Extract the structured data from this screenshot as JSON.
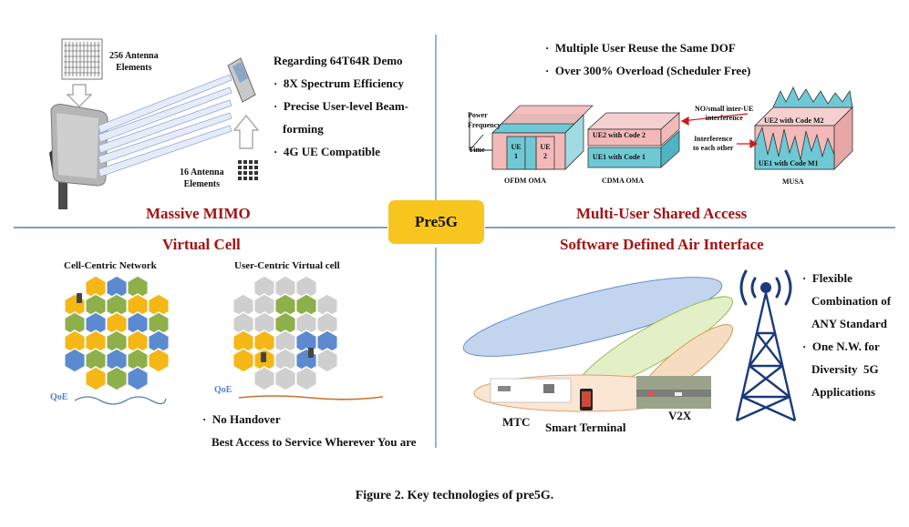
{
  "center_label": "Pre5G",
  "caption": "Figure 2. Key technologies of pre5G.",
  "massive_mimo": {
    "title": "Massive MIMO",
    "antenna_256_line1": "256 Antenna",
    "antenna_256_line2": "Elements",
    "antenna_16_line1": "16 Antenna",
    "antenna_16_line2": "Elements",
    "demo_title": "Regarding 64T64R Demo",
    "bullets": [
      "8X Spectrum Efficiency",
      "Precise User-level Beam-",
      "forming",
      "4G UE Compatible"
    ]
  },
  "musa": {
    "title": "Multi-User Shared Access",
    "bullet1": "Multiple User Reuse the Same DOF",
    "bullet2": "Over 300% Overload (Scheduler Free)",
    "axis_power": "Power",
    "axis_frequency": "Frequency",
    "axis_time": "Time",
    "ue1": "UE",
    "ue1_num": "1",
    "ue2": "UE",
    "ue2_num": "2",
    "ofdm_label": "OFDM OMA",
    "cdma_ue2": "UE2 with Code 2",
    "cdma_ue1": "UE1 with Code 1",
    "cdma_label": "CDMA OMA",
    "note1_line1": "NO/small inter-UE",
    "note1_line2": "interference",
    "note2_line1": "Interference",
    "note2_line2": "to each other",
    "musa_ue2": "UE2 with Code M2",
    "musa_ue1": "UE1 with Code M1",
    "musa_label": "MUSA"
  },
  "virtual_cell": {
    "title": "Virtual Cell",
    "left_label": "Cell-Centric Network",
    "right_label": "User-Centric Virtual cell",
    "qoe_left": "QoE",
    "qoe_right": "QoE",
    "bullet1": "No Handover",
    "bullet2": "Best Access to Service Wherever You are"
  },
  "sdai": {
    "title": "Software Defined Air Interface",
    "right_lines": [
      "Flexible",
      "Combination of",
      "ANY Standard",
      "One N.W. for",
      "Diversity  5G",
      "Applications"
    ],
    "mtc": "MTC",
    "smart_terminal": "Smart Terminal",
    "v2x": "V2X"
  },
  "colors": {
    "section_title": "#a51212",
    "pre5g_box": "#f7c51e",
    "divider": "#4f81bd",
    "hex_yellow": "#f4b716",
    "hex_green": "#8db04a",
    "hex_blue": "#5c8ad0",
    "hex_gray": "#cfcfcf"
  }
}
